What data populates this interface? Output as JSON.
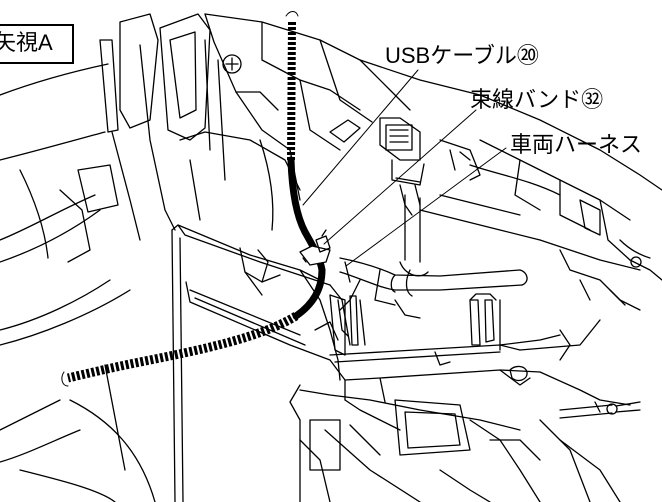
{
  "view_label": "矢視A",
  "callouts": {
    "usb_cable": "USBケーブル⑳",
    "bundling_band": "束線バンド㉜",
    "vehicle_harness": "車両ハーネス"
  },
  "colors": {
    "line": "#000000",
    "background": "#ffffff"
  }
}
